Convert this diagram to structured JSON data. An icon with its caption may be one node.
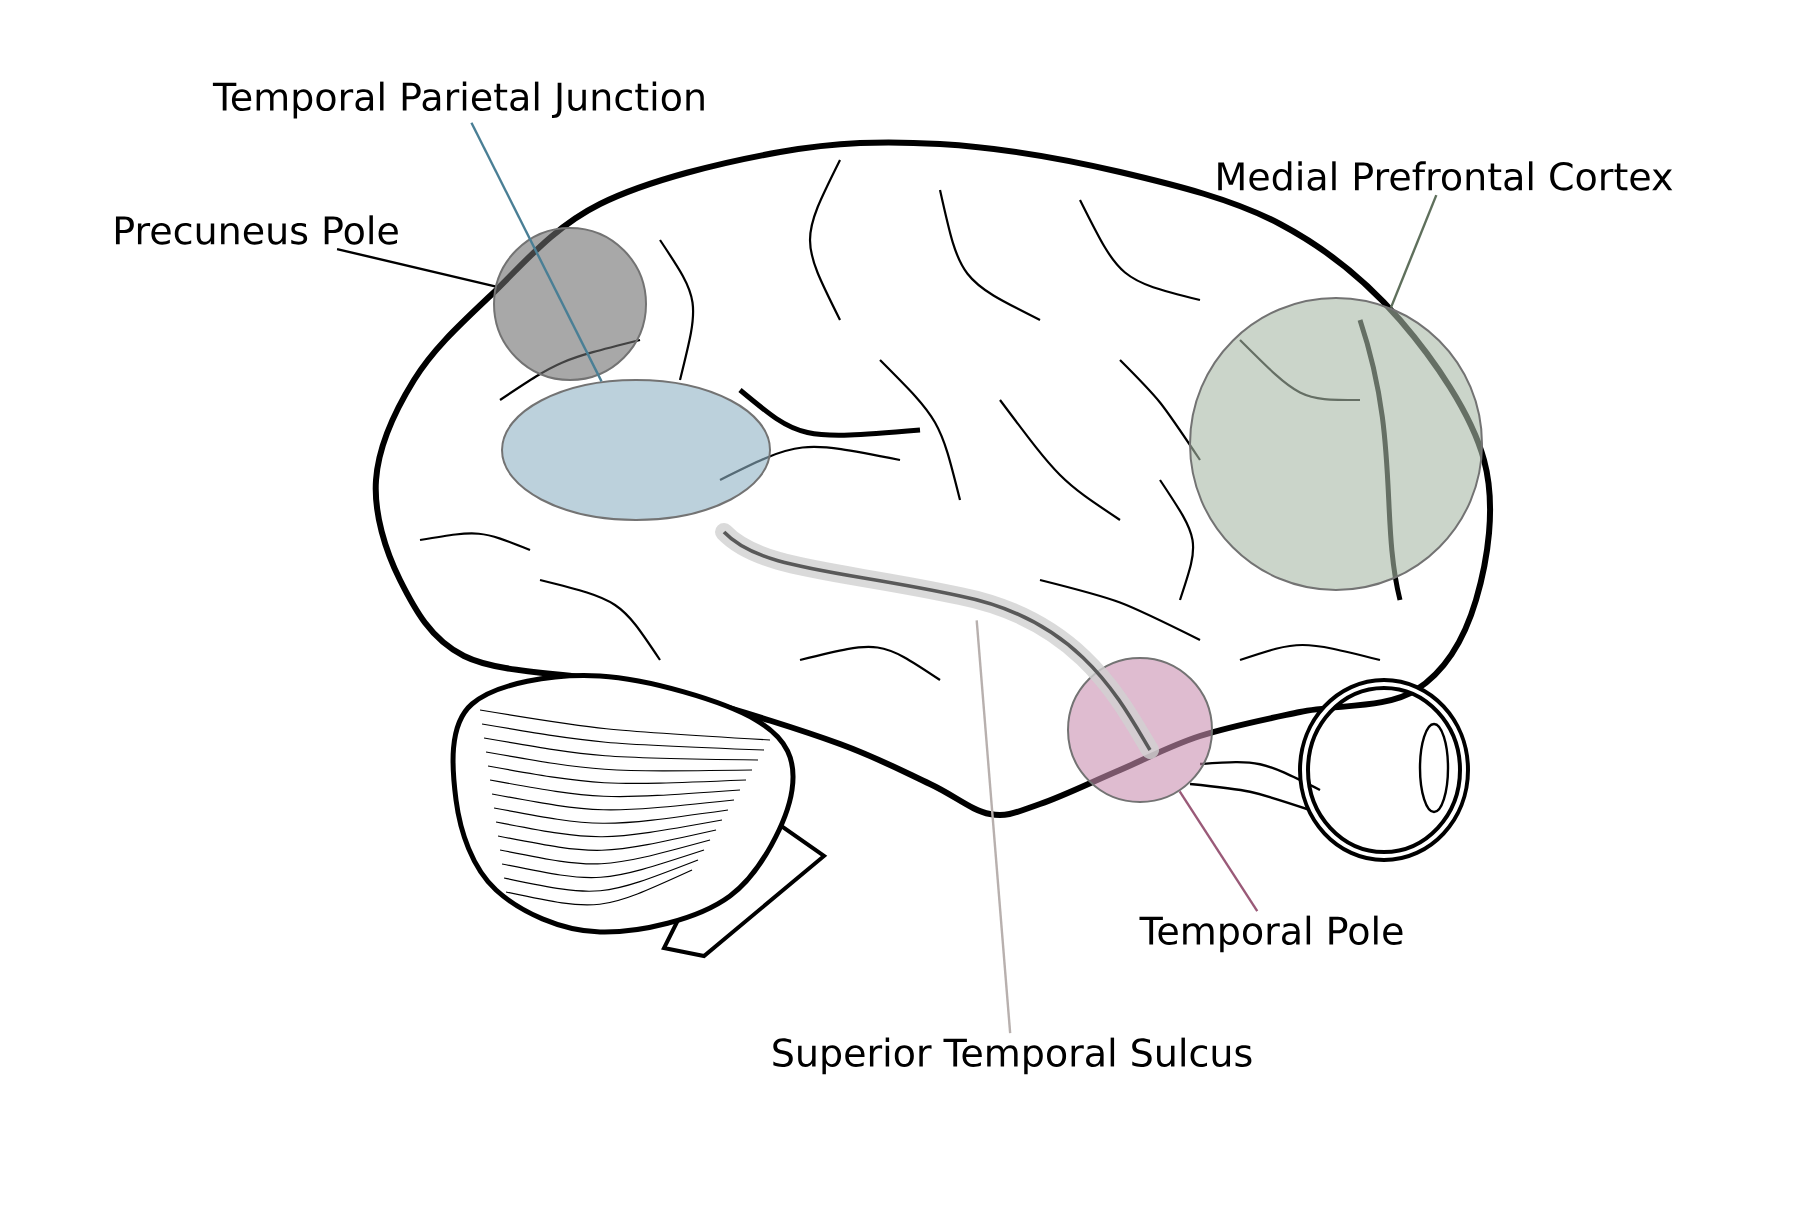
{
  "diagram": {
    "nodes": [
      {
        "text": [
          "Temporal Parietal Junction"
        ]
      },
      {
        "text": [
          "Precuneus Pole"
        ]
      },
      {
        "text": [
          "Medial Prefrontal Cortex"
        ]
      },
      {
        "text": [
          "Temporal Pole"
        ]
      },
      {
        "text": [
          "Superior Temporal Sulcus"
        ]
      },
      {
        "text": [],
        "shape": "circle"
      },
      {
        "text": [],
        "shape": "ellipse"
      },
      {
        "text": [],
        "shape": "circle"
      },
      {
        "text": [],
        "shape": "circle"
      },
      {
        "text": [],
        "shape": "band"
      }
    ],
    "edges": [
      {
        "from": 0,
        "to": 6,
        "arrow": "none",
        "color": "#4a7f95"
      },
      {
        "from": 1,
        "to": 5,
        "arrow": "none",
        "color": "#000000"
      },
      {
        "from": 2,
        "to": 7,
        "arrow": "none",
        "color": "#5f705c"
      },
      {
        "from": 3,
        "to": 8,
        "arrow": "none",
        "color": "#9a5a78"
      },
      {
        "from": 4,
        "to": 9,
        "arrow": "none",
        "color": "#b8b0ae"
      }
    ]
  }
}
